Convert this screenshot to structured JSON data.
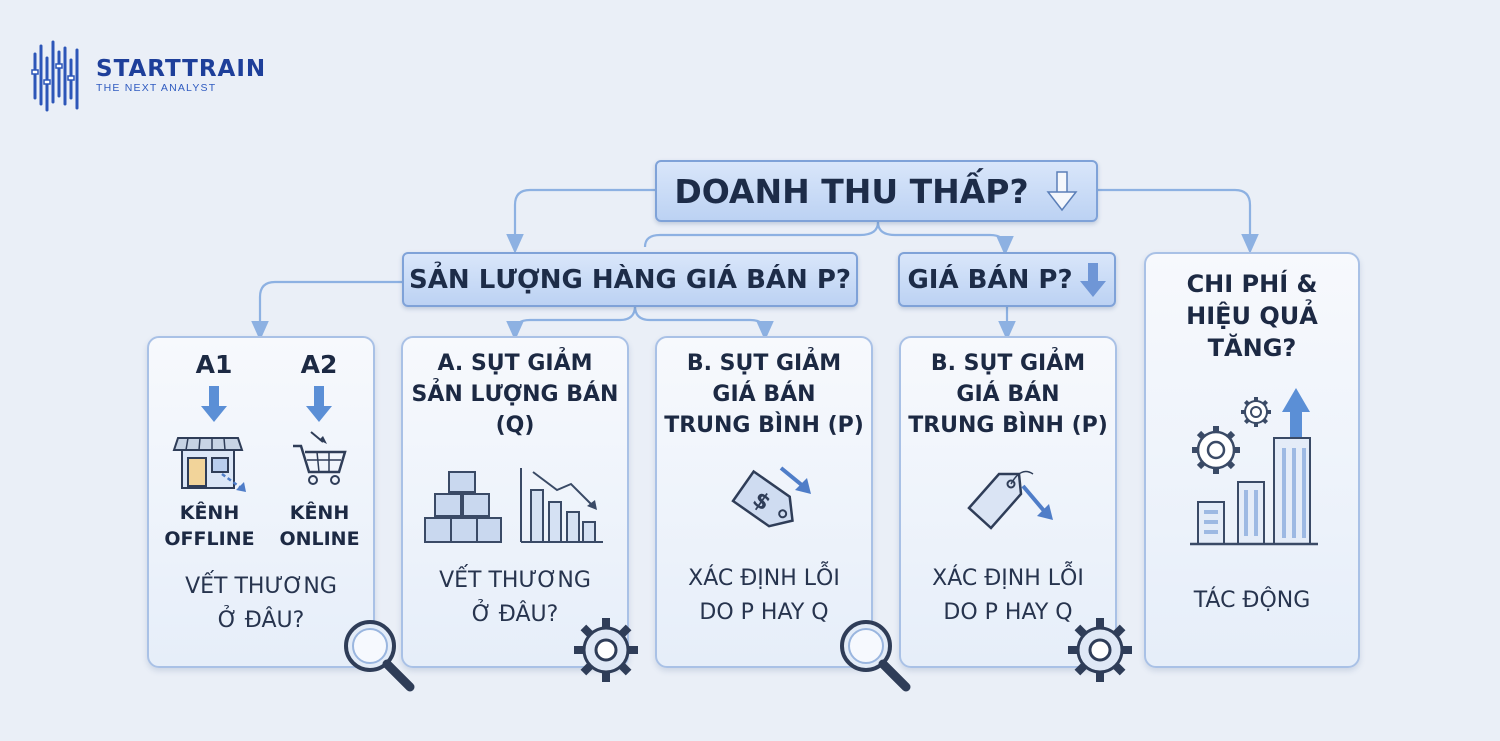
{
  "brand": {
    "name": "STARTTRAIN",
    "tagline": "THE NEXT ANALYST"
  },
  "root": {
    "label": "DOANH THU THẤP?"
  },
  "level2": {
    "volume": {
      "label": "SẢN LƯỢNG HÀNG GIÁ BÁN P?"
    },
    "price": {
      "label": "GIÁ BÁN P?"
    }
  },
  "cards": {
    "channels": {
      "a1": "A1",
      "a2": "A2",
      "offline": "KÊNH\nOFFLINE",
      "online": "KÊNH\nONLINE",
      "footer": "VẾT THƯƠNG\nỞ ĐÂU?",
      "icon": "magnifier-icon"
    },
    "volume_drop": {
      "title": "A. SỤT GIẢM\nSẢN LƯỢNG BÁN\n(Q)",
      "footer": "VẾT THƯƠNG\nỞ ĐÂU?",
      "icon": "gear-icon"
    },
    "price_drop_1": {
      "title": "B. SỤT GIẢM\nGIÁ BÁN\nTRUNG BÌNH (P)",
      "footer": "XÁC ĐỊNH LỖI\nDO P HAY Q",
      "icon": "magnifier-icon"
    },
    "price_drop_2": {
      "title": "B. SỤT GIẢM\nGIÁ BÁN\nTRUNG BÌNH (P)",
      "footer": "XÁC ĐỊNH LỖI\nDO P HAY Q",
      "icon": "gear-icon"
    },
    "cost": {
      "title": "CHI PHÍ &\nHIỆU QUẢ\nTĂNG?",
      "footer": "TÁC ĐỘNG",
      "icon": "city-growth-icon"
    }
  },
  "colors": {
    "background": "#eaeff7",
    "connector": "#7fa6dc",
    "accent_blue": "#5b8fd6",
    "brand": "#1e3f9a"
  }
}
